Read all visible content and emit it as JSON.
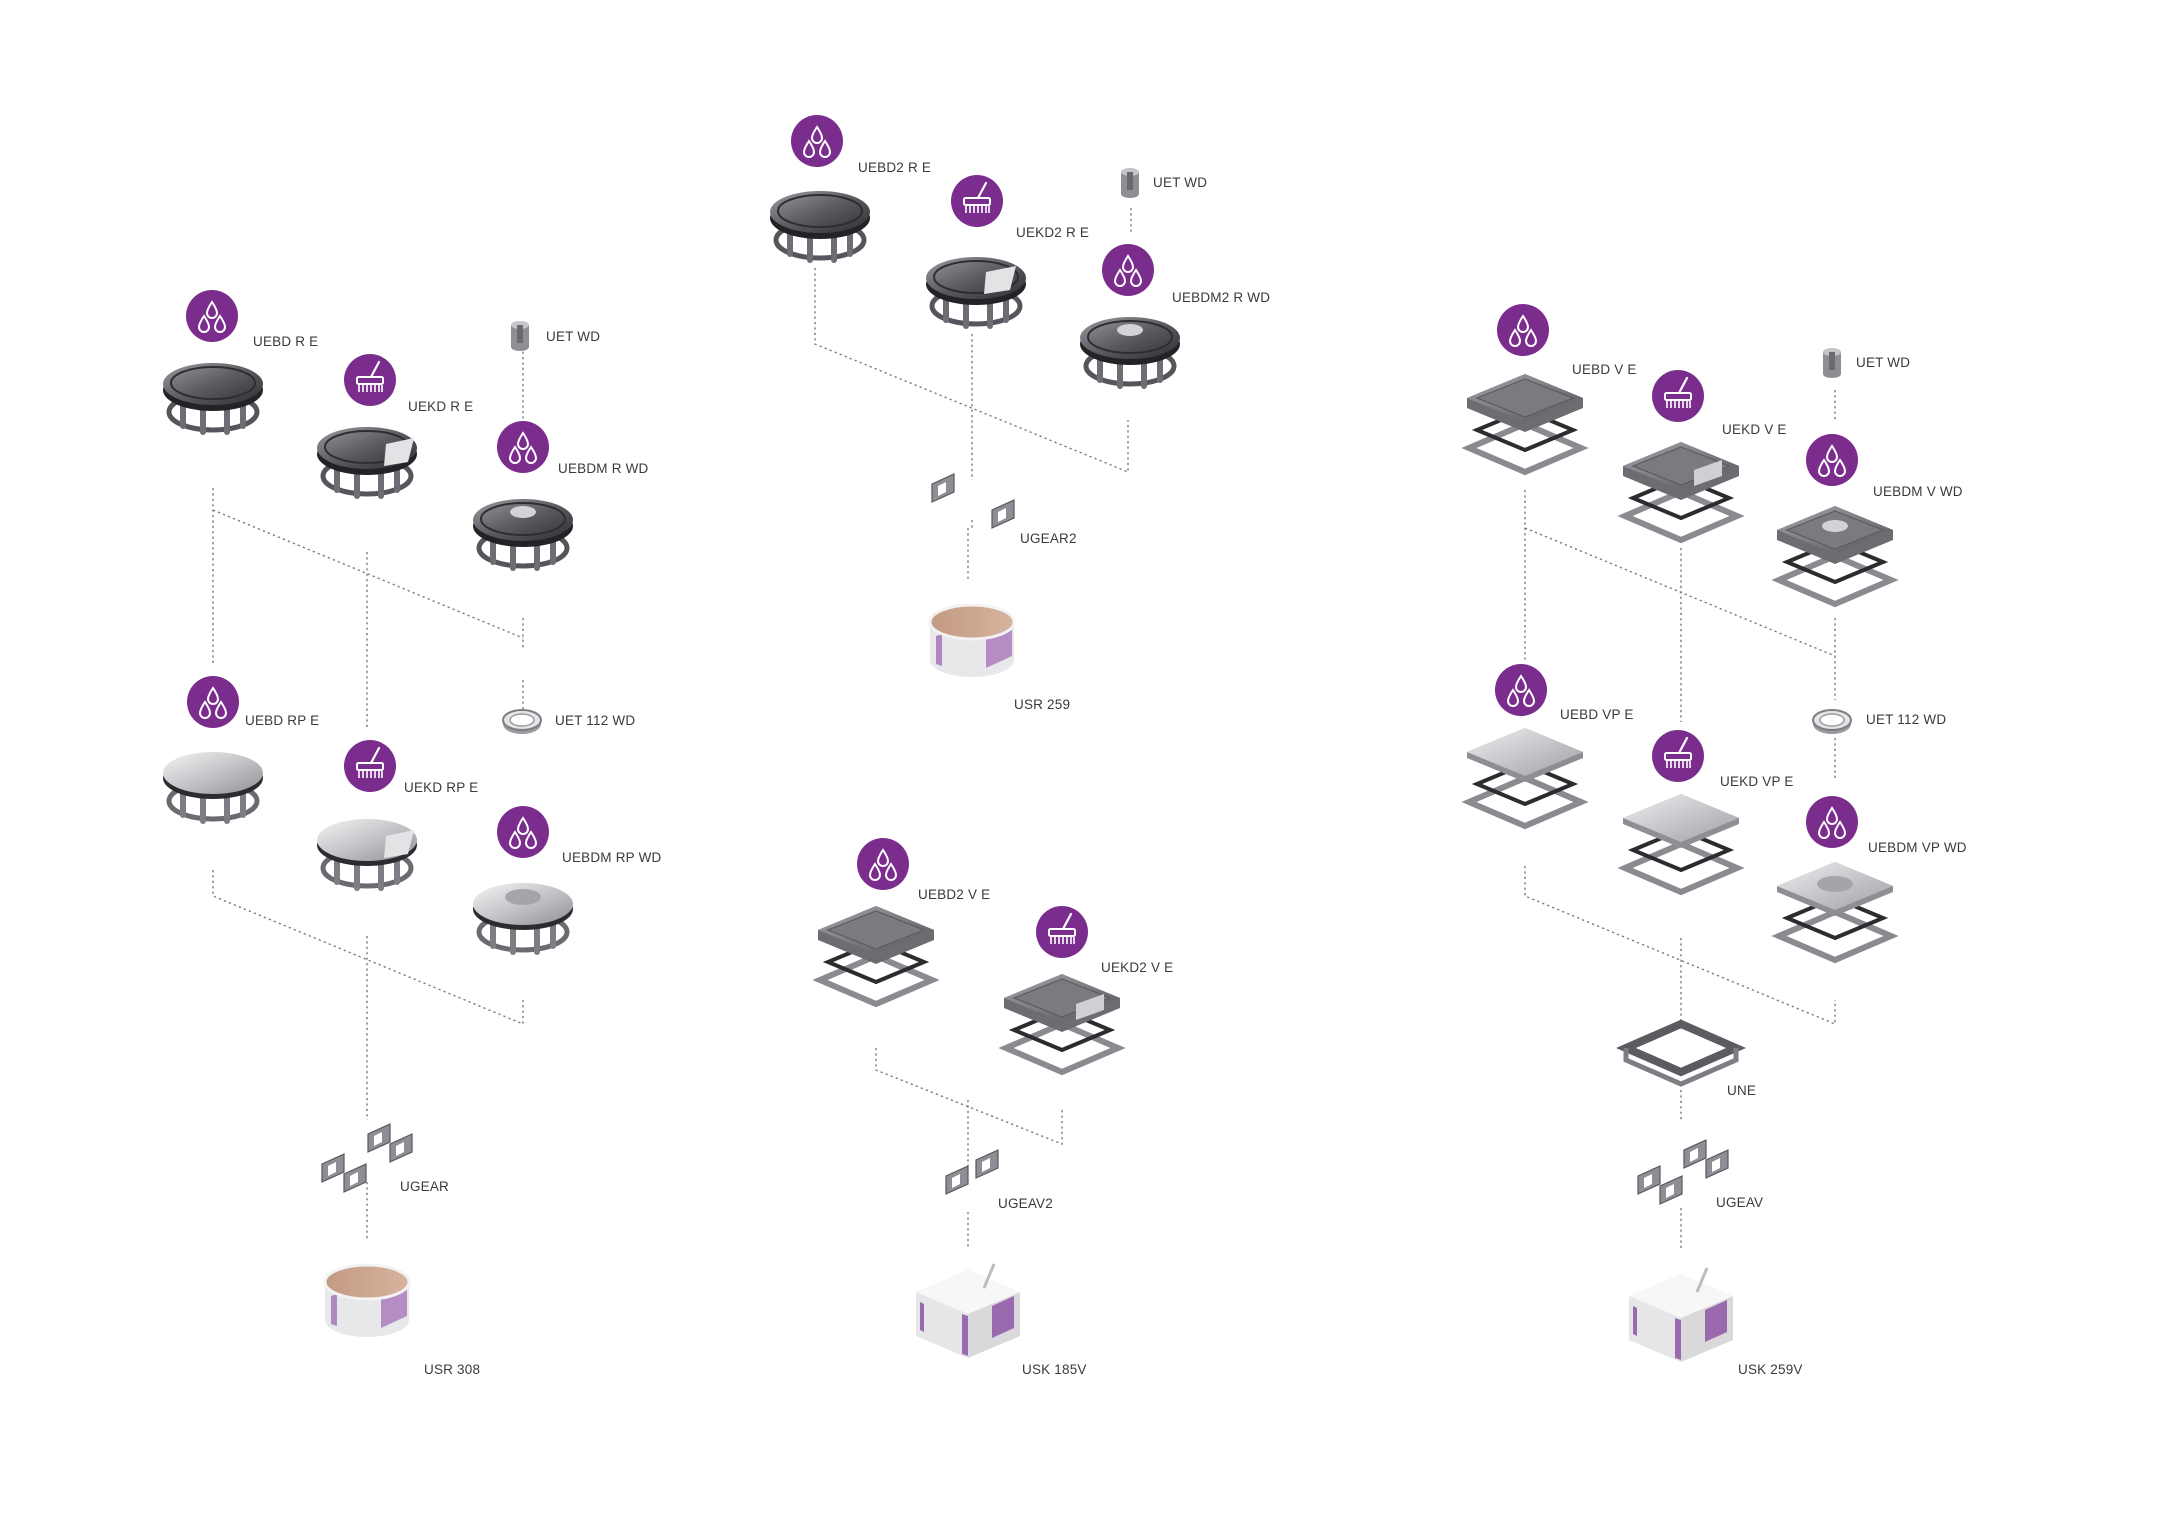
{
  "colors": {
    "accent_purple": "#7b2d8e",
    "metal_dark": "#4a4a4e",
    "metal_mid": "#8a8b90",
    "metal_light": "#c9cacd",
    "box_copper": "#c89f86",
    "box_purple": "#9b6aae",
    "background": "#ffffff",
    "connector": "#7a7a7a"
  },
  "labels": {
    "uebd_re": "UEBD R E",
    "uekd_re": "UEKD R E",
    "uet_wd_1": "UET WD",
    "uebdm_rwd": "UEBDM R WD",
    "uebd_rpe": "UEBD RP E",
    "uekd_rpe": "UEKD RP E",
    "uet112wd_1": "UET 112 WD",
    "uebdm_rpwd": "UEBDM RP WD",
    "ugear": "UGEAR",
    "usr308": "USR 308",
    "uebd2_re": "UEBD2 R E",
    "uekd2_re": "UEKD2 R E",
    "uet_wd_2": "UET WD",
    "uebdm2_rwd": "UEBDM2 R WD",
    "ugear2": "UGEAR2",
    "usr259": "USR 259",
    "uebd2_ve": "UEBD2 V E",
    "uekd2_ve": "UEKD2 V E",
    "ugeav2": "UGEAV2",
    "usk185v": "USK 185V",
    "uebd_ve": "UEBD V E",
    "uekd_ve": "UEKD V E",
    "uet_wd_3": "UET WD",
    "uebdm_vwd": "UEBDM V WD",
    "uebd_vpe": "UEBD VP E",
    "uekd_vpe": "UEKD VP E",
    "uet112wd_2": "UET 112 WD",
    "uebdm_vpwd": "UEBDM VP WD",
    "une": "UNE",
    "ugeav": "UGEAV",
    "usk259v": "USK 259V"
  },
  "badges": {
    "water_icon": "water-drops-icon",
    "brush_icon": "brush-icon"
  }
}
